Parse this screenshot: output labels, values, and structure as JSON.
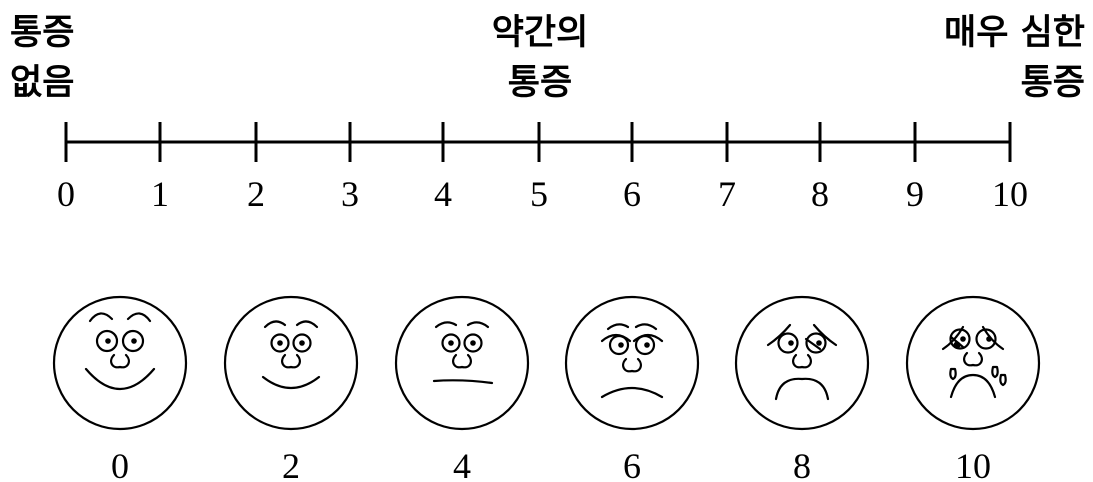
{
  "headings": {
    "left": {
      "line1": "통증",
      "line2": "없음"
    },
    "middle": {
      "line1": "약간의",
      "line2": "통증"
    },
    "right": {
      "line1": "매우 심한",
      "line2": "통증"
    }
  },
  "scale": {
    "labels": [
      "0",
      "1",
      "2",
      "3",
      "4",
      "5",
      "6",
      "7",
      "8",
      "9",
      "10"
    ]
  },
  "faces": [
    {
      "score": "0",
      "expression": "big-smile"
    },
    {
      "score": "2",
      "expression": "smile"
    },
    {
      "score": "4",
      "expression": "neutral"
    },
    {
      "score": "6",
      "expression": "frown"
    },
    {
      "score": "8",
      "expression": "grimace"
    },
    {
      "score": "10",
      "expression": "crying"
    }
  ]
}
